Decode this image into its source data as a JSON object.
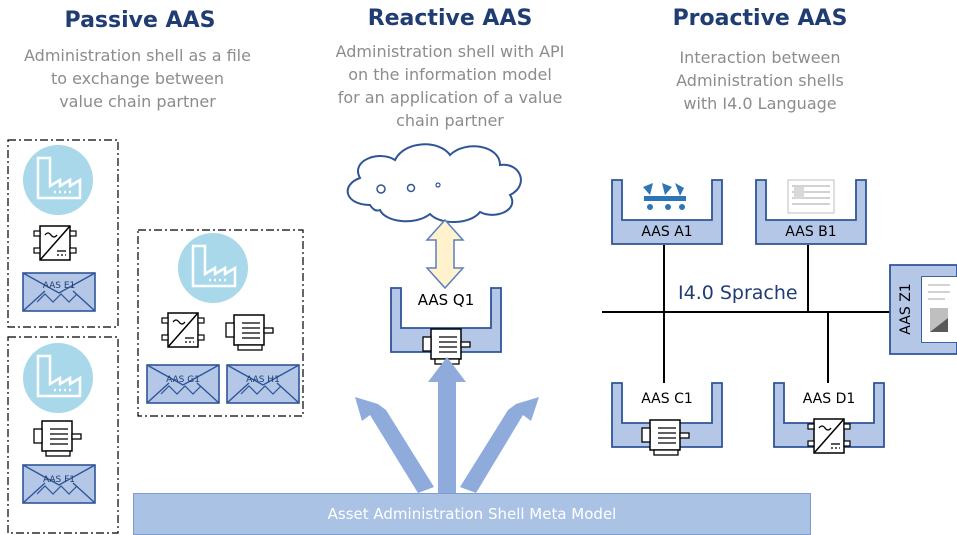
{
  "columns": {
    "passive": {
      "title": "Passive AAS",
      "desc_lines": [
        "Administration shell as a file",
        "to exchange between",
        "value chain partner"
      ]
    },
    "reactive": {
      "title": "Reactive AAS",
      "desc_lines": [
        "Administration shell with API",
        "on the information model",
        "for an application of a value",
        "chain partner"
      ]
    },
    "proactive": {
      "title": "Proactive AAS",
      "desc_lines": [
        "Interaction between",
        "Administration shells",
        "with I4.0 Language"
      ]
    }
  },
  "passive_files": {
    "e1": "AAS E1",
    "f1": "AAS F1",
    "g1": "AAS G1",
    "h1": "AAS H1"
  },
  "reactive_shell": {
    "label": "AAS Q1"
  },
  "proactive_shells": {
    "a1": "AAS A1",
    "b1": "AAS B1",
    "c1": "AAS C1",
    "d1": "AAS D1",
    "z1": "AAS Z1"
  },
  "language_bus": {
    "label": "I4.0 Sprache"
  },
  "meta_model": {
    "label": "Asset Administration Shell Meta Model"
  },
  "colors": {
    "title": "#1f3d73",
    "description": "#8c8c8c",
    "shell_fill": "#b4c7e7",
    "shell_stroke": "#2f5597",
    "factory_circle": "#a9d8ea",
    "arrow": "#8fabdc",
    "meta_bar": "#aac3e5",
    "api_arrow": "#fff2cc"
  }
}
